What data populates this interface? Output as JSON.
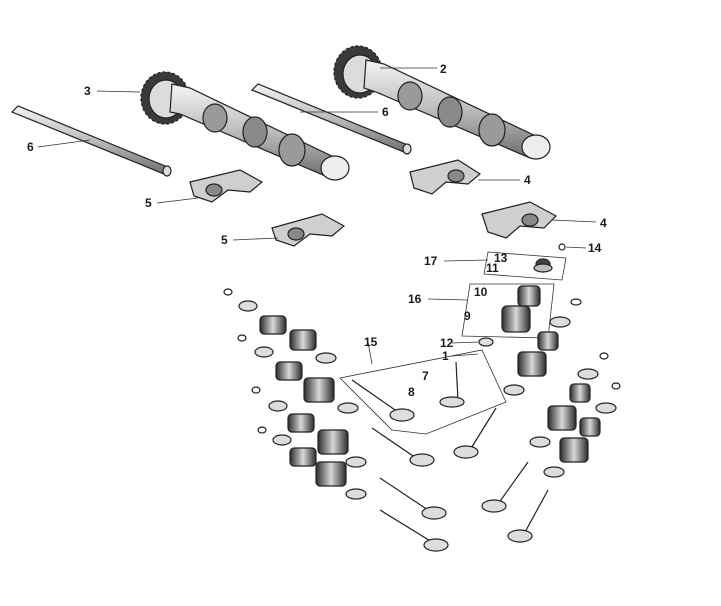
{
  "diagram": {
    "type": "exploded-parts-view",
    "callouts": [
      "1",
      "2",
      "3",
      "4",
      "4",
      "5",
      "5",
      "6",
      "6",
      "7",
      "8",
      "9",
      "10",
      "11",
      "12",
      "13",
      "14",
      "15",
      "16",
      "17"
    ],
    "colors": {
      "line": "#222222",
      "shade": "#8c8c8c",
      "light": "#e6e6e6",
      "dark": "#2b2b2b"
    }
  }
}
